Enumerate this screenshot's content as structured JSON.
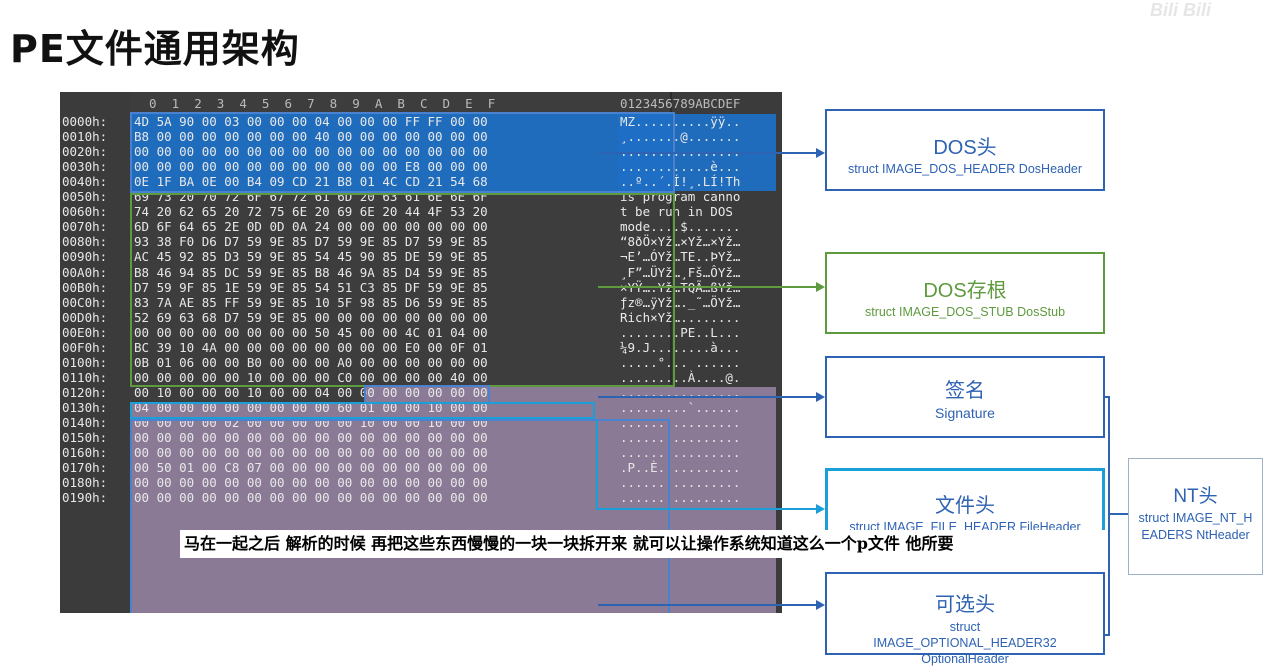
{
  "title": "PE文件通用架构",
  "logo_text": "Bili Bili",
  "hex": {
    "columns_header": "  0  1  2  3  4  5  6  7  8  9  A  B  C  D  E  F",
    "ascii_header": "0123456789ABCDEF",
    "rows": [
      {
        "addr": "0000h:",
        "hex": "4D 5A 90 00 03 00 00 00 04 00 00 00 FF FF 00 00",
        "asc": "MZ..........ÿÿ.."
      },
      {
        "addr": "0010h:",
        "hex": "B8 00 00 00 00 00 00 00 40 00 00 00 00 00 00 00",
        "asc": "¸.......@......."
      },
      {
        "addr": "0020h:",
        "hex": "00 00 00 00 00 00 00 00 00 00 00 00 00 00 00 00",
        "asc": "................"
      },
      {
        "addr": "0030h:",
        "hex": "00 00 00 00 00 00 00 00 00 00 00 00 E8 00 00 00",
        "asc": "............è..."
      },
      {
        "addr": "0040h:",
        "hex": "0E 1F BA 0E 00 B4 09 CD 21 B8 01 4C CD 21 54 68",
        "asc": "..º..´.Í!¸.LÍ!Th"
      },
      {
        "addr": "0050h:",
        "hex": "69 73 20 70 72 6F 67 72 61 6D 20 63 61 6E 6E 6F",
        "asc": "is program canno"
      },
      {
        "addr": "0060h:",
        "hex": "74 20 62 65 20 72 75 6E 20 69 6E 20 44 4F 53 20",
        "asc": "t be run in DOS "
      },
      {
        "addr": "0070h:",
        "hex": "6D 6F 64 65 2E 0D 0D 0A 24 00 00 00 00 00 00 00",
        "asc": "mode....$......."
      },
      {
        "addr": "0080h:",
        "hex": "93 38 F0 D6 D7 59 9E 85 D7 59 9E 85 D7 59 9E 85",
        "asc": "“8ðÖ×Yž…×Yž…×Yž…"
      },
      {
        "addr": "0090h:",
        "hex": "AC 45 92 85 D3 59 9E 85 54 45 90 85 DE 59 9E 85",
        "asc": "¬E’…ÓYž…TE..ÞYž…"
      },
      {
        "addr": "00A0h:",
        "hex": "B8 46 94 85 DC 59 9E 85 B8 46 9A 85 D4 59 9E 85",
        "asc": "¸F”…ÜYž…¸Fš…ÔYž…"
      },
      {
        "addr": "00B0h:",
        "hex": "D7 59 9F 85 1E 59 9E 85 54 51 C3 85 DF 59 9E 85",
        "asc": "×YŸ….Yž…TQÃ…ßYž…"
      },
      {
        "addr": "00C0h:",
        "hex": "83 7A AE 85 FF 59 9E 85 10 5F 98 85 D6 59 9E 85",
        "asc": "ƒz®…ÿYž…._˜…ÖYž…"
      },
      {
        "addr": "00D0h:",
        "hex": "52 69 63 68 D7 59 9E 85 00 00 00 00 00 00 00 00",
        "asc": "Rich×Yž…........"
      },
      {
        "addr": "00E0h:",
        "hex": "00 00 00 00 00 00 00 00 50 45 00 00 4C 01 04 00",
        "asc": "........PE..L..."
      },
      {
        "addr": "00F0h:",
        "hex": "BC 39 10 4A 00 00 00 00 00 00 00 00 E0 00 0F 01",
        "asc": "¼9.J........à..."
      },
      {
        "addr": "0100h:",
        "hex": "0B 01 06 00 00 B0 00 00 00 A0 00 00 00 00 00 00",
        "asc": ".....°... ......"
      },
      {
        "addr": "0110h:",
        "hex": "00 00 00 00 00 10 00 00 00 C0 00 00 00 00 40 00",
        "asc": ".........À....@."
      },
      {
        "addr": "0120h:",
        "hex": "00 10 00 00 00 10 00 00 04 00 00 00 00 00 00 00",
        "asc": "................"
      },
      {
        "addr": "0130h:",
        "hex": "04 00 00 00 00 00 00 00 00 60 01 00 00 10 00 00",
        "asc": ".........`......"
      },
      {
        "addr": "0140h:",
        "hex": "00 00 00 00 02 00 00 00 00 00 10 00 00 10 00 00",
        "asc": "................"
      },
      {
        "addr": "0150h:",
        "hex": "00 00 00 00 00 00 00 00 00 00 00 00 00 00 00 00",
        "asc": "................"
      },
      {
        "addr": "0160h:",
        "hex": "00 00 00 00 00 00 00 00 00 00 00 00 00 00 00 00",
        "asc": "................"
      },
      {
        "addr": "0170h:",
        "hex": "00 50 01 00 C8 07 00 00 00 00 00 00 00 00 00 00",
        "asc": ".P..È..........."
      },
      {
        "addr": "0180h:",
        "hex": "00 00 00 00 00 00 00 00 00 00 00 00 00 00 00 00",
        "asc": "................"
      },
      {
        "addr": "0190h:",
        "hex": "00 00 00 00 00 00 00 00 00 00 00 00 00 00 00 00",
        "asc": "................"
      }
    ]
  },
  "labels": {
    "dos_header": {
      "cn": "DOS头",
      "en": "struct IMAGE_DOS_HEADER DosHeader"
    },
    "dos_stub": {
      "cn": "DOS存根",
      "en": "struct IMAGE_DOS_STUB DosStub"
    },
    "signature": {
      "cn": "签名",
      "en": "Signature"
    },
    "file_header": {
      "cn": "文件头",
      "en": "struct IMAGE_FILE_HEADER FileHeader"
    },
    "optional_header": {
      "cn": "可选头",
      "en": "struct IMAGE_OPTIONAL_HEADER32 OptionalHeader"
    },
    "nt_header": {
      "cn": "NT头",
      "en": "struct IMAGE_NT_HEADERS NtHeader"
    }
  },
  "subtitle": "马在一起之后 解析的时候 再把这些东西慢慢的一块一块拆开来 就可以让操作系统知道这么一个p文件 他所要",
  "colors": {
    "blue": "#1d6fc4",
    "box_blue": "#2e62b3",
    "green": "#5e9a3e",
    "cyan": "#1a9fd9",
    "purple": "#8a7a96",
    "gray_box": "#9fb1c7"
  }
}
